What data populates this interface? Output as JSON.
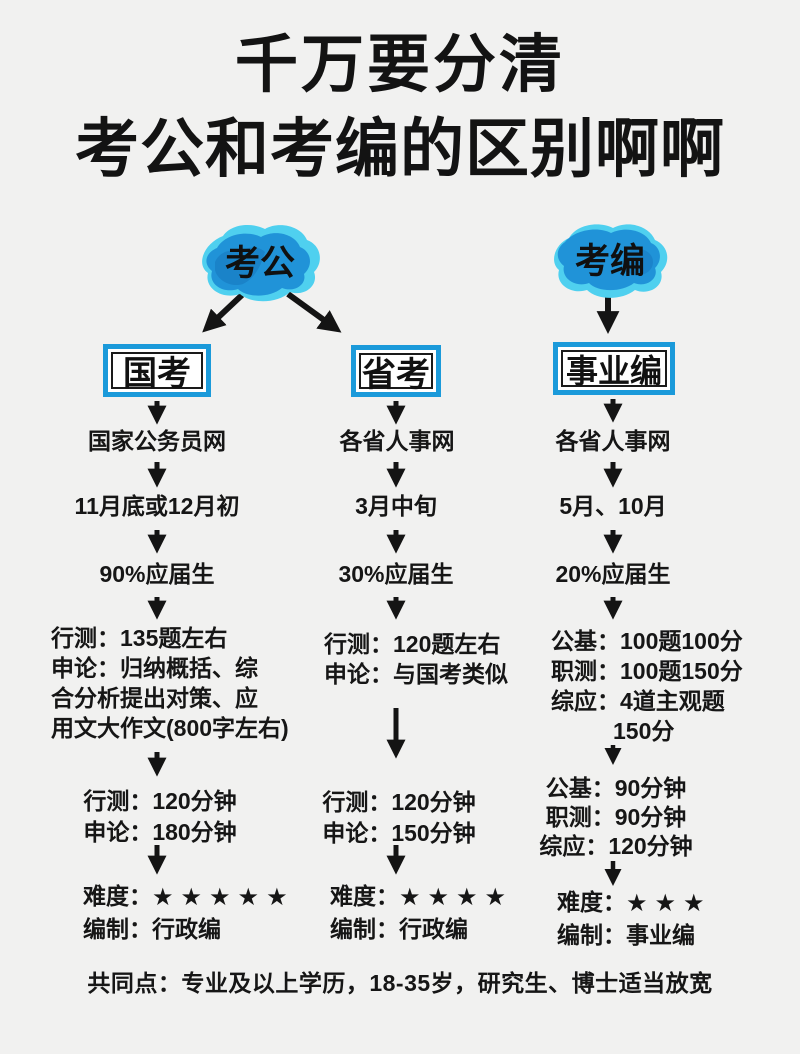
{
  "title": {
    "line1": "千万要分清",
    "line2": "考公和考编的区别啊啊"
  },
  "clouds": {
    "left": "考公",
    "right": "考编"
  },
  "colors": {
    "background": "#f1f1f0",
    "text": "#161616",
    "box_border_blue": "#1b9ada",
    "cloud_cyan": "#4fd0ef",
    "cloud_blue": "#1e8fd6"
  },
  "columns": [
    {
      "header": "国考",
      "site": "国家公务员网",
      "schedule": "11月底或12月初",
      "fresh_rate": "90%应届生",
      "subject_lines": [
        "行测：135题左右",
        "申论：归纳概括、综",
        "合分析提出对策、应",
        "用文大作文(800字左右)"
      ],
      "duration_lines": [
        "行测：120分钟",
        "申论：180分钟"
      ],
      "difficulty_label": "难度：",
      "stars": "★★★★★",
      "establishment_label": "编制：",
      "establishment": "行政编"
    },
    {
      "header": "省考",
      "site": "各省人事网",
      "schedule": "3月中旬",
      "fresh_rate": "30%应届生",
      "subject_lines": [
        "行测：120题左右",
        "申论：与国考类似"
      ],
      "duration_lines": [
        "行测：120分钟",
        "申论：150分钟"
      ],
      "difficulty_label": "难度：",
      "stars": "★★★★",
      "establishment_label": "编制：",
      "establishment": "行政编"
    },
    {
      "header": "事业编",
      "site": "各省人事网",
      "schedule": "5月、10月",
      "fresh_rate": "20%应届生",
      "subject_lines": [
        "公基：100题100分",
        "职测：100题150分",
        "综应：4道主观题",
        "150分"
      ],
      "duration_lines": [
        "公基：90分钟",
        "职测：90分钟",
        "综应：120分钟"
      ],
      "difficulty_label": "难度：",
      "stars": "★★★",
      "establishment_label": "编制：",
      "establishment": "事业编"
    }
  ],
  "footer": "共同点：专业及以上学历，18-35岁，研究生、博士适当放宽"
}
